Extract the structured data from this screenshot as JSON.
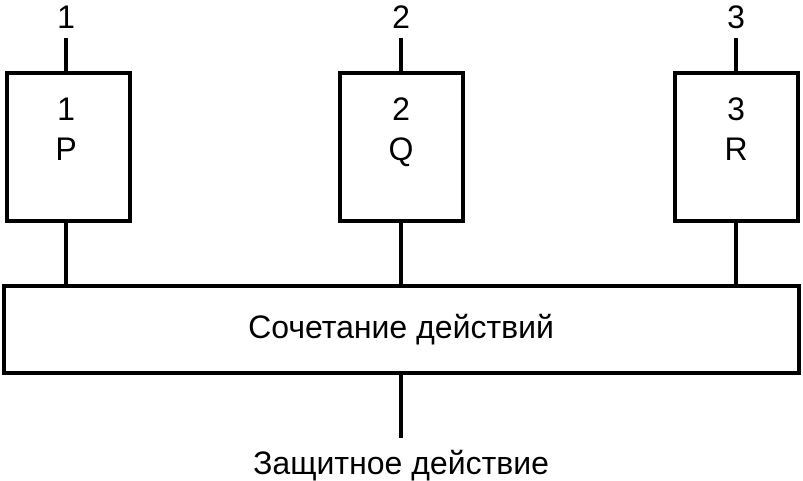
{
  "blocks": [
    {
      "input_label": "1",
      "number": "1",
      "letter": "P"
    },
    {
      "input_label": "2",
      "number": "2",
      "letter": "Q"
    },
    {
      "input_label": "3",
      "number": "3",
      "letter": "R"
    }
  ],
  "combiner": {
    "label": "Сочетание действий"
  },
  "output": {
    "label": "Защитное действие"
  }
}
